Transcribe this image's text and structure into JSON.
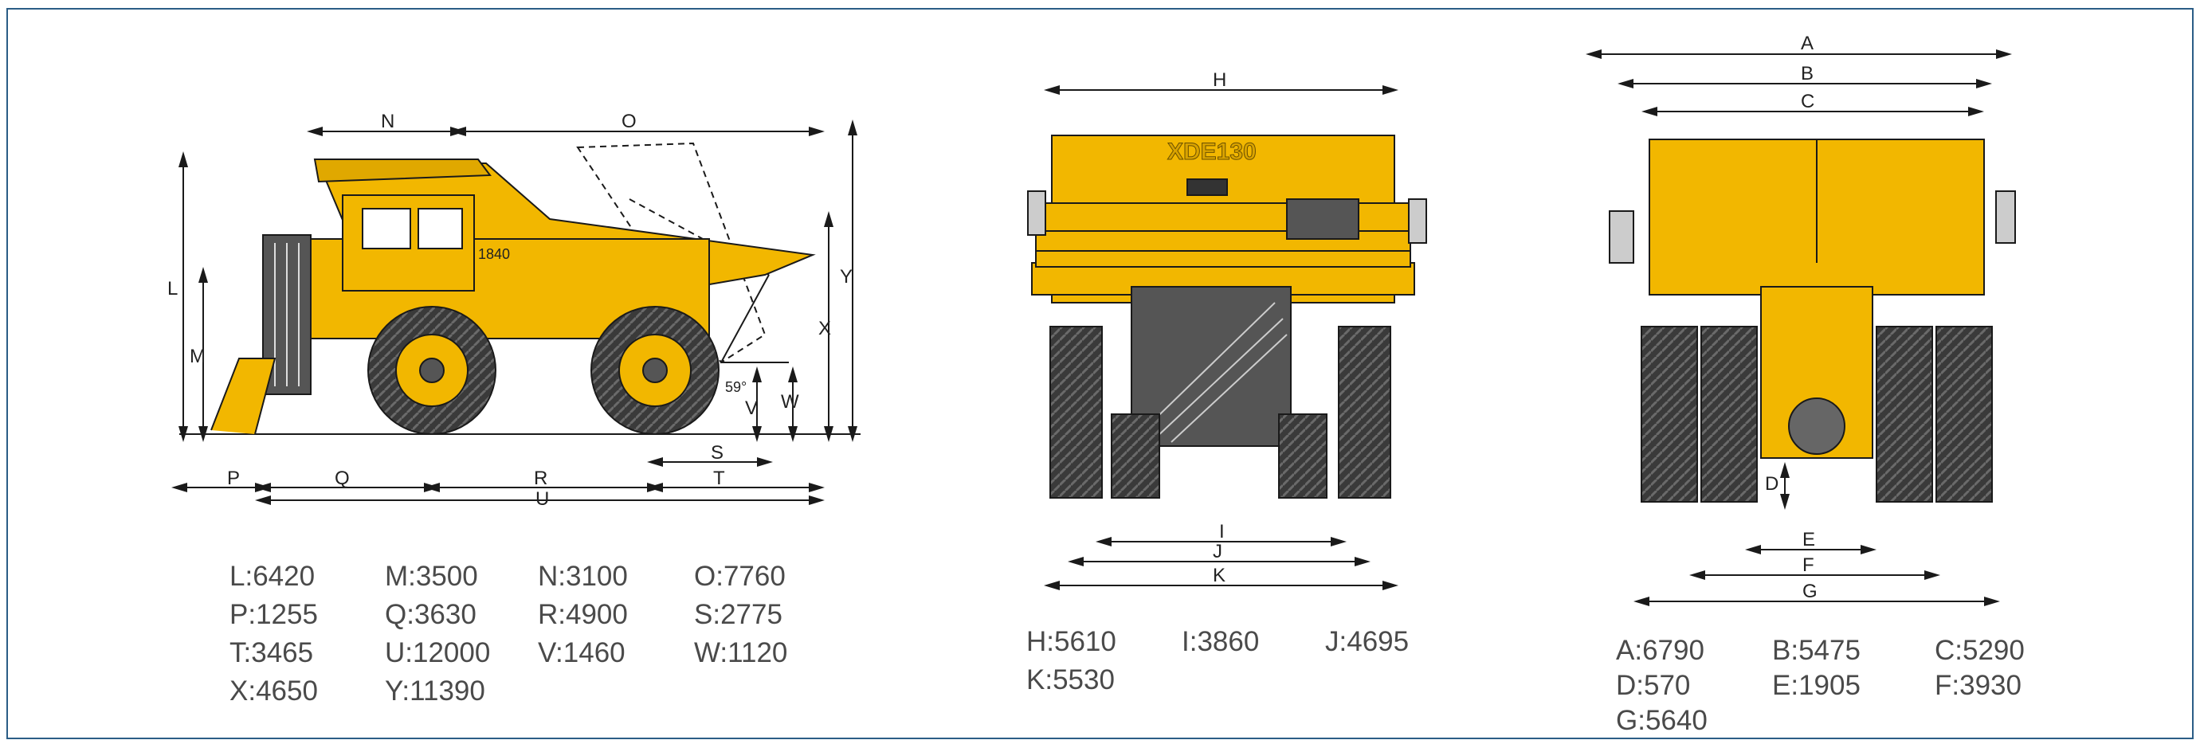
{
  "model": "XDE130",
  "side_view": {
    "dim_labels": [
      "N",
      "O",
      "L",
      "M",
      "X",
      "Y",
      "V",
      "W",
      "S",
      "T",
      "P",
      "Q",
      "R",
      "U"
    ],
    "angle": "59°",
    "body_mark": "1840",
    "specs": [
      [
        "L:6420",
        "M:3500",
        "N:3100",
        "O:7760"
      ],
      [
        "P:1255",
        "Q:3630",
        "R:4900",
        "S:2775"
      ],
      [
        "T:3465",
        "U:12000",
        "V:1460",
        "W:1120"
      ],
      [
        "X:4650",
        "Y:11390",
        "",
        ""
      ]
    ]
  },
  "front_view": {
    "dim_labels": [
      "H",
      "I",
      "J",
      "K"
    ],
    "specs": [
      [
        "H:5610",
        "I:3860",
        "J:4695"
      ],
      [
        "K:5530",
        "",
        ""
      ]
    ]
  },
  "rear_view": {
    "dim_labels": [
      "A",
      "B",
      "C",
      "D",
      "E",
      "F",
      "G"
    ],
    "specs": [
      [
        "A:6790",
        "B:5475",
        "C:5290"
      ],
      [
        "D:570",
        "E:1905",
        "F:3930"
      ],
      [
        "G:5640",
        "",
        ""
      ]
    ]
  },
  "colors": {
    "frame_border": "#2b5d86",
    "truck_yellow": "#f2b700",
    "tire_dark": "#3a3a3a",
    "line": "#1a1a1a",
    "spec_text": "#4a4a4a"
  }
}
